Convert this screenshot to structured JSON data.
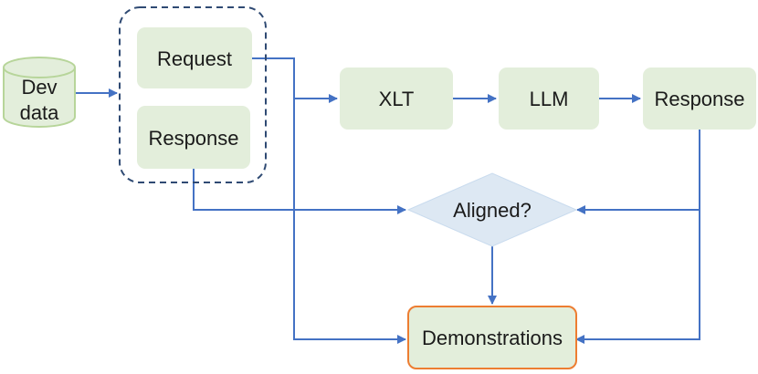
{
  "nodes": {
    "dev_data": {
      "line1": "Dev",
      "line2": "data"
    },
    "request": "Request",
    "response_left": "Response",
    "xlt": "XLT",
    "llm": "LLM",
    "response_right": "Response",
    "aligned": "Aligned?",
    "demonstrations": "Demonstrations"
  },
  "colors": {
    "node_fill": "#e3eedb",
    "cylinder_stroke": "#b7d59a",
    "diamond_fill": "#dde8f3",
    "dashed_stroke": "#2f4a73",
    "arrow": "#4472c4",
    "demo_stroke": "#ed7d31"
  }
}
